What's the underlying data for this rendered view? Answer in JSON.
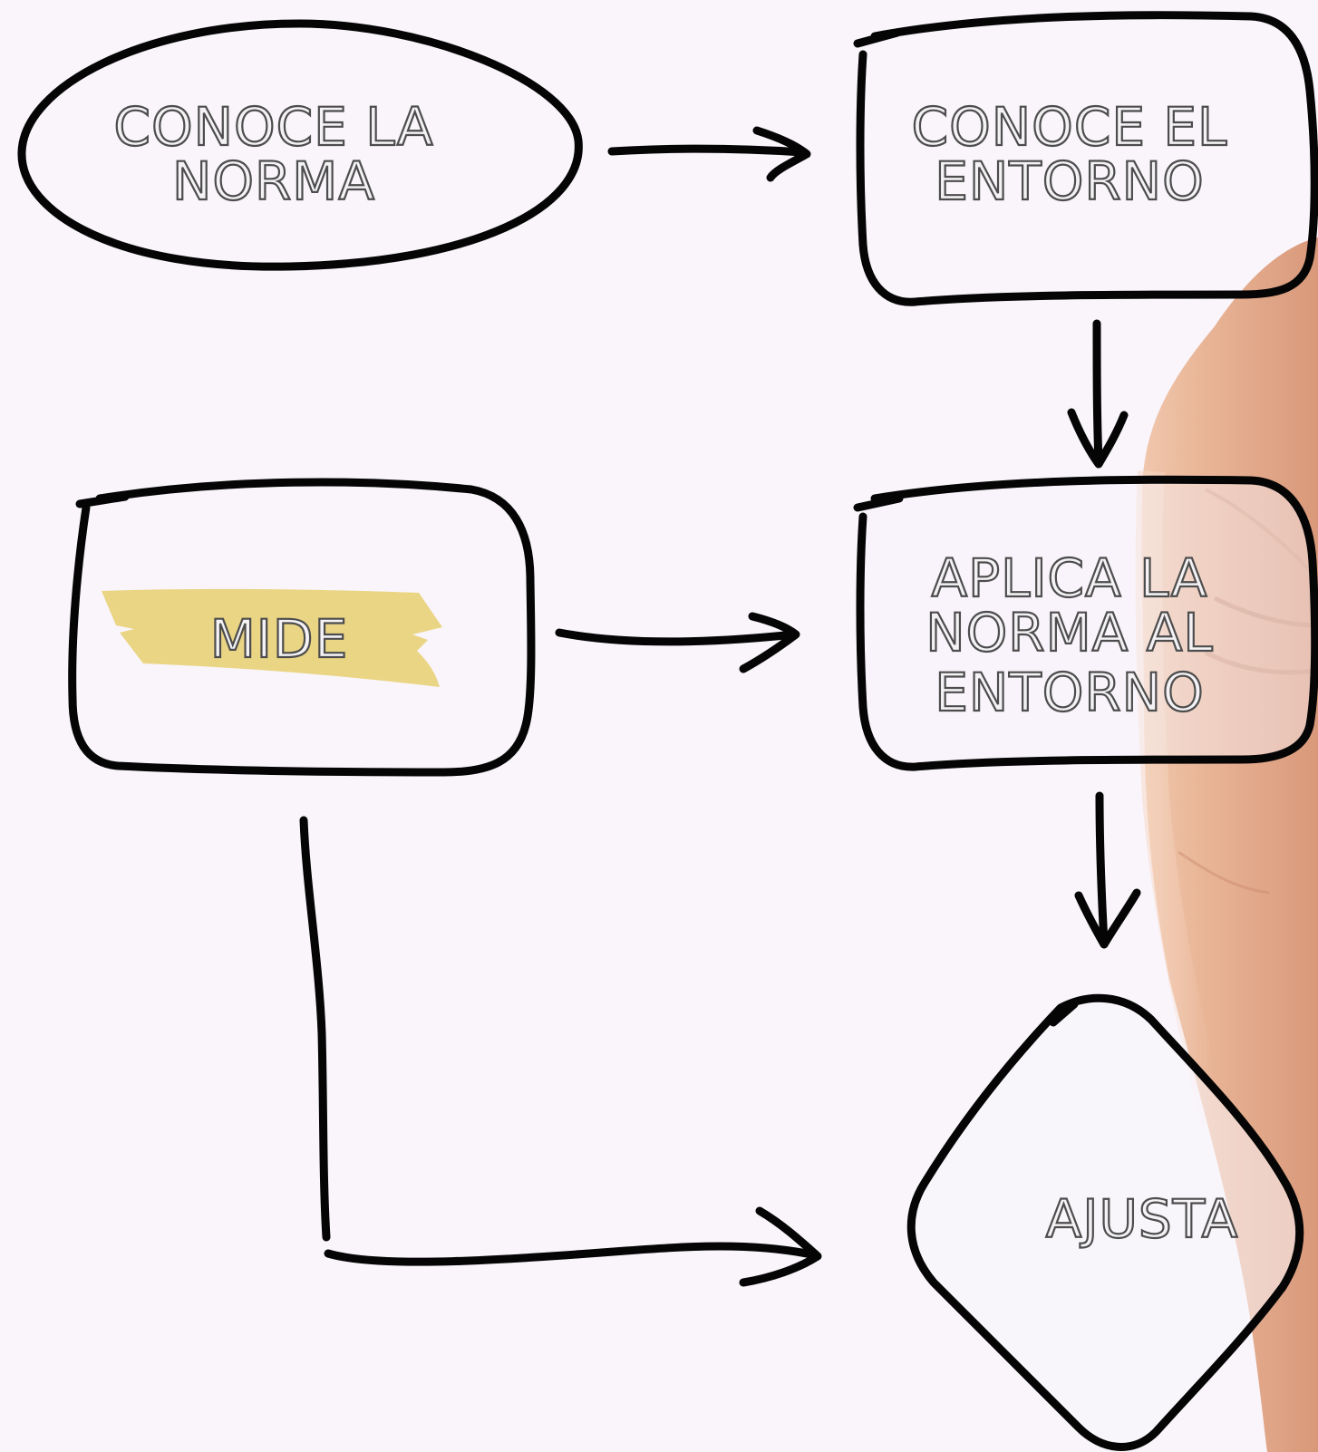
{
  "nodes": {
    "conoce_norma": {
      "line1": "CONOCE LA",
      "line2": "NORMA"
    },
    "conoce_entorno": {
      "line1": "CONOCE EL",
      "line2": "ENTORNO"
    },
    "aplica": {
      "line1": "APLICA LA",
      "line2": "NORMA AL",
      "line3": "ENTORNO"
    },
    "mide": {
      "label": "MIDE"
    },
    "ajusta": {
      "label": "AJUSTA"
    }
  },
  "colors": {
    "background": "#f9f5fb",
    "stroke": "#050505",
    "highlight": "#ead584",
    "skin": "#e8b598"
  },
  "icons": [
    "hand-photo"
  ]
}
